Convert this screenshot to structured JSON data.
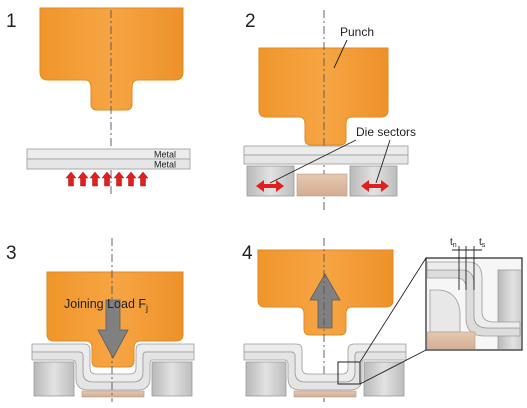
{
  "colors": {
    "punch": "#f19a2e",
    "punch_edge": "#d98420",
    "sheet": "#e9e9e9",
    "sheet_edge": "#9a9a9a",
    "die_block": "#c8c8c8",
    "die_center": "#ddbfa8",
    "arrow_red": "#e02020",
    "load_arrow": "#808080",
    "centerline": "#555555"
  },
  "steps": [
    {
      "number": "1"
    },
    {
      "number": "2"
    },
    {
      "number": "3"
    },
    {
      "number": "4"
    }
  ],
  "labels": {
    "metal_top": "Metal",
    "metal_bottom": "Metal",
    "punch": "Punch",
    "die_sectors": "Die sectors",
    "joining_load": "Joining Load F",
    "joining_load_sub": "j",
    "t_n": "t",
    "t_n_sub": "n",
    "t_s": "t",
    "t_s_sub": "s"
  },
  "icons": {
    "upward_arrows": "red-up-arrows",
    "die_motion": "double-headed-arrow",
    "load_down": "down-arrow",
    "retract_up": "up-arrow"
  }
}
